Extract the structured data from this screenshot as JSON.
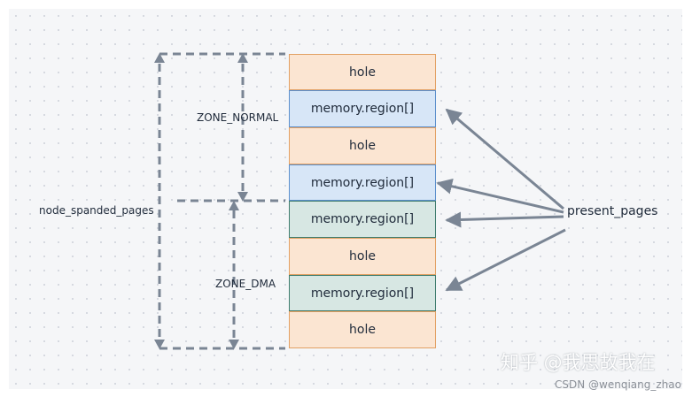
{
  "labels": {
    "node_spanned": "node_spanded_pages",
    "zone_normal": "ZONE_NORMAL",
    "zone_dma": "ZONE_DMA",
    "present": "present_pages"
  },
  "blocks": [
    {
      "text": "hole",
      "kind": "hole"
    },
    {
      "text": "memory.region[]",
      "kind": "memory-region"
    },
    {
      "text": "hole",
      "kind": "hole"
    },
    {
      "text": "memory.region[]",
      "kind": "memory-region"
    },
    {
      "text": "memory.region[]",
      "kind": "memory-region"
    },
    {
      "text": "hole",
      "kind": "hole"
    },
    {
      "text": "memory.region[]",
      "kind": "memory-region"
    },
    {
      "text": "hole",
      "kind": "hole"
    }
  ],
  "watermark": {
    "main": "知乎 @我思故我在",
    "sub": "CSDN @wenqiang_zhao"
  },
  "colors": {
    "hole_fill": "#fbe5d2",
    "hole_border": "#e2a063",
    "region_blue_fill": "#d7e6f7",
    "region_blue_border": "#5b8fcc",
    "region_green_fill": "#d7e7e3",
    "region_green_border": "#3f7c6d",
    "line": "#7a8594"
  }
}
